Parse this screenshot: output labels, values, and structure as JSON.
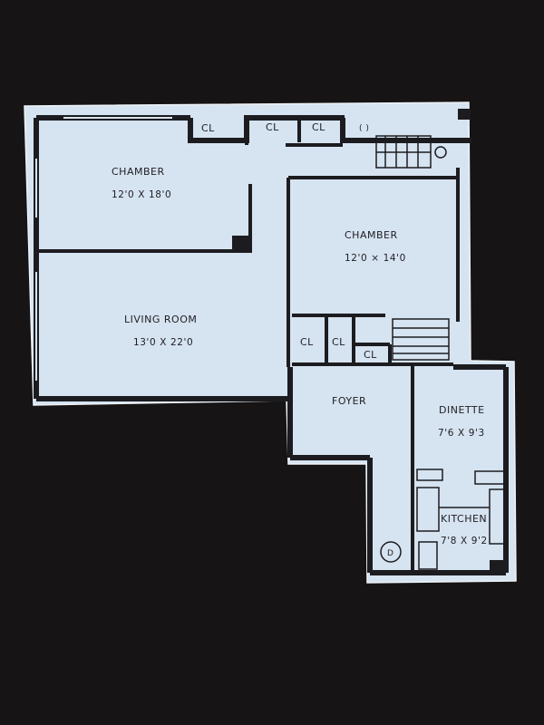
{
  "rooms": {
    "chamber_1": {
      "name": "CHAMBER",
      "dims": "12'0 X 18'0"
    },
    "chamber_2": {
      "name": "CHAMBER",
      "dims": "12'0 × 14'0"
    },
    "living_room": {
      "name": "LIVING ROOM",
      "dims": "13'0 X 22'0"
    },
    "foyer": {
      "name": "FOYER"
    },
    "dinette": {
      "name": "DINETTE",
      "dims": "7'6 X 9'3"
    },
    "kitchen": {
      "name": "KITCHEN",
      "dims": "7'8 X 9'2"
    }
  },
  "closets": {
    "cl_1": "CL",
    "cl_2": "CL",
    "cl_3": "CL",
    "cl_4": "CL",
    "cl_5": "CL",
    "cl_6": "CL"
  },
  "markers": {
    "bath_marker": "( )",
    "door_marker": "D"
  },
  "colors": {
    "background": "#161414",
    "paper": "#d6e3f0",
    "wall": "#1c1c20"
  }
}
